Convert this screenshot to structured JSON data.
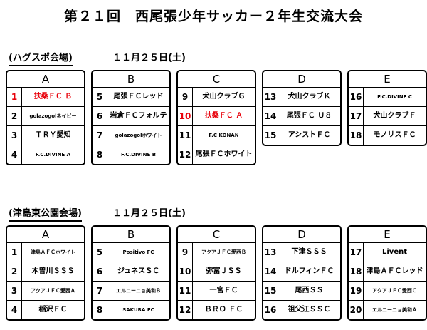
{
  "title": "第２１回　西尾張少年サッカー２年生交流大会",
  "colors": {
    "highlight": "#e8000a",
    "line": "#000000"
  },
  "venues": [
    {
      "name": "(ハグスポ会場)",
      "date": "１１月２５日(土)",
      "groups": [
        {
          "label": "A",
          "teams": [
            {
              "num": "1",
              "name": "扶桑ＦＣ Ｂ",
              "highlight": true
            },
            {
              "num": "2",
              "name": "golazogolネイビー",
              "highlight": false
            },
            {
              "num": "3",
              "name": "ＴＲＹ愛知",
              "highlight": false
            },
            {
              "num": "4",
              "name": "F.C.DIVINE A",
              "highlight": false
            }
          ]
        },
        {
          "label": "B",
          "teams": [
            {
              "num": "5",
              "name": "尾張ＦＣレッド",
              "highlight": false
            },
            {
              "num": "6",
              "name": "岩倉ＦＣフォルテ",
              "highlight": false
            },
            {
              "num": "7",
              "name": "golazogolホワイト",
              "highlight": false
            },
            {
              "num": "8",
              "name": "F.C.DIVINE B",
              "highlight": false
            }
          ]
        },
        {
          "label": "C",
          "teams": [
            {
              "num": "9",
              "name": "犬山クラブＧ",
              "highlight": false
            },
            {
              "num": "10",
              "name": "扶桑ＦＣ Ａ",
              "highlight": true
            },
            {
              "num": "11",
              "name": "F.C KONAN",
              "highlight": false
            },
            {
              "num": "12",
              "name": "尾張ＦＣホワイト",
              "highlight": false
            }
          ]
        },
        {
          "label": "D",
          "teams": [
            {
              "num": "13",
              "name": "犬山クラブＫ",
              "highlight": false
            },
            {
              "num": "14",
              "name": "尾張ＦＣ Ｕ８",
              "highlight": false
            },
            {
              "num": "15",
              "name": "アシストＦＣ",
              "highlight": false
            }
          ]
        },
        {
          "label": "E",
          "teams": [
            {
              "num": "16",
              "name": "F.C.DIVINE C",
              "highlight": false
            },
            {
              "num": "17",
              "name": "犬山クラブＦ",
              "highlight": false
            },
            {
              "num": "18",
              "name": "モノリスＦＣ",
              "highlight": false
            }
          ]
        }
      ]
    },
    {
      "name": "(津島東公園会場)",
      "date": "１１月２５日(土)",
      "groups": [
        {
          "label": "A",
          "teams": [
            {
              "num": "1",
              "name": "津島ＡＦＣホワイト",
              "highlight": false
            },
            {
              "num": "2",
              "name": "木曽川ＳＳＳ",
              "highlight": false
            },
            {
              "num": "3",
              "name": "アクアＪＦＣ愛西Ａ",
              "highlight": false
            },
            {
              "num": "4",
              "name": "稲沢ＦＣ",
              "highlight": false
            }
          ]
        },
        {
          "label": "B",
          "teams": [
            {
              "num": "5",
              "name": "Positivo FC",
              "highlight": false
            },
            {
              "num": "6",
              "name": "ジュネスＳＣ",
              "highlight": false
            },
            {
              "num": "7",
              "name": "エルニーニョ美和Ｂ",
              "highlight": false
            },
            {
              "num": "8",
              "name": "SAKURA FC",
              "highlight": false
            }
          ]
        },
        {
          "label": "C",
          "teams": [
            {
              "num": "9",
              "name": "アクアＪＦＣ愛西Ｂ",
              "highlight": false
            },
            {
              "num": "10",
              "name": "弥富ＪＳＳ",
              "highlight": false
            },
            {
              "num": "11",
              "name": "一宮ＦＣ",
              "highlight": false
            },
            {
              "num": "12",
              "name": "ＢＲＯ ＦＣ",
              "highlight": false
            }
          ]
        },
        {
          "label": "D",
          "teams": [
            {
              "num": "13",
              "name": "下津ＳＳＳ",
              "highlight": false
            },
            {
              "num": "14",
              "name": "ドルフィンＦＣ",
              "highlight": false
            },
            {
              "num": "15",
              "name": "尾西ＳＳ",
              "highlight": false
            },
            {
              "num": "16",
              "name": "祖父江ＳＳＣ",
              "highlight": false
            }
          ]
        },
        {
          "label": "E",
          "teams": [
            {
              "num": "17",
              "name": "Livent",
              "highlight": false
            },
            {
              "num": "18",
              "name": "津島ＡＦＣレッド",
              "highlight": false
            },
            {
              "num": "19",
              "name": "アクアＪＦＣ愛西Ｃ",
              "highlight": false
            },
            {
              "num": "20",
              "name": "エルニーニョ美和Ａ",
              "highlight": false
            }
          ]
        }
      ]
    }
  ]
}
